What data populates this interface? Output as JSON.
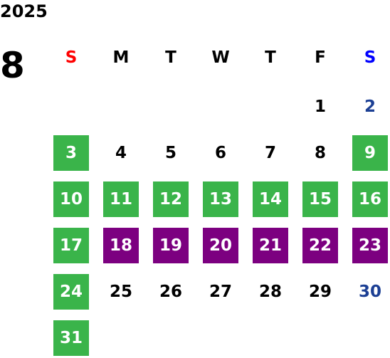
{
  "calendar": {
    "year": "2025",
    "month": "8",
    "weekdays": [
      {
        "label": "S",
        "color": "#ff0000"
      },
      {
        "label": "M",
        "color": "#000000"
      },
      {
        "label": "T",
        "color": "#000000"
      },
      {
        "label": "W",
        "color": "#000000"
      },
      {
        "label": "T",
        "color": "#000000"
      },
      {
        "label": "F",
        "color": "#000000"
      },
      {
        "label": "S",
        "color": "#0000ff"
      }
    ],
    "weeks": [
      [
        {
          "day": "",
          "style": "empty"
        },
        {
          "day": "",
          "style": "empty"
        },
        {
          "day": "",
          "style": "empty"
        },
        {
          "day": "",
          "style": "empty"
        },
        {
          "day": "",
          "style": "empty"
        },
        {
          "day": "1",
          "style": "plain"
        },
        {
          "day": "2",
          "style": "blue-text"
        }
      ],
      [
        {
          "day": "3",
          "style": "green"
        },
        {
          "day": "4",
          "style": "plain"
        },
        {
          "day": "5",
          "style": "plain"
        },
        {
          "day": "6",
          "style": "plain"
        },
        {
          "day": "7",
          "style": "plain"
        },
        {
          "day": "8",
          "style": "plain"
        },
        {
          "day": "9",
          "style": "green"
        }
      ],
      [
        {
          "day": "10",
          "style": "green"
        },
        {
          "day": "11",
          "style": "green"
        },
        {
          "day": "12",
          "style": "green"
        },
        {
          "day": "13",
          "style": "green"
        },
        {
          "day": "14",
          "style": "green"
        },
        {
          "day": "15",
          "style": "green"
        },
        {
          "day": "16",
          "style": "green"
        }
      ],
      [
        {
          "day": "17",
          "style": "green"
        },
        {
          "day": "18",
          "style": "purple"
        },
        {
          "day": "19",
          "style": "purple"
        },
        {
          "day": "20",
          "style": "purple"
        },
        {
          "day": "21",
          "style": "purple"
        },
        {
          "day": "22",
          "style": "purple"
        },
        {
          "day": "23",
          "style": "purple"
        }
      ],
      [
        {
          "day": "24",
          "style": "green"
        },
        {
          "day": "25",
          "style": "plain"
        },
        {
          "day": "26",
          "style": "plain"
        },
        {
          "day": "27",
          "style": "plain"
        },
        {
          "day": "28",
          "style": "plain"
        },
        {
          "day": "29",
          "style": "plain"
        },
        {
          "day": "30",
          "style": "blue-text"
        }
      ],
      [
        {
          "day": "31",
          "style": "green"
        },
        {
          "day": "",
          "style": "empty"
        },
        {
          "day": "",
          "style": "empty"
        },
        {
          "day": "",
          "style": "empty"
        },
        {
          "day": "",
          "style": "empty"
        },
        {
          "day": "",
          "style": "empty"
        },
        {
          "day": "",
          "style": "empty"
        }
      ]
    ],
    "colors": {
      "highlight_green": "#3ab44a",
      "highlight_purple": "#7c0080",
      "sunday": "#ff0000",
      "saturday": "#0000ff",
      "saturday_date": "#1c3f94"
    }
  }
}
